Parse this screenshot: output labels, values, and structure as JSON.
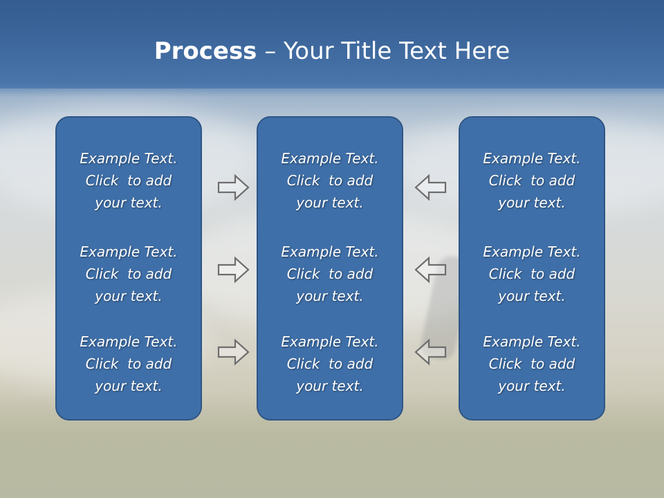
{
  "title": {
    "bold": "Process",
    "rest": " – Your Title Text Here"
  },
  "columns": [
    {
      "items": [
        {
          "line1": "Example Text.",
          "line2": "Click  to add",
          "line3": "your text."
        },
        {
          "line1": "Example Text.",
          "line2": "Click  to add",
          "line3": "your text."
        },
        {
          "line1": "Example Text.",
          "line2": "Click  to add",
          "line3": "your text."
        }
      ]
    },
    {
      "items": [
        {
          "line1": "Example Text.",
          "line2": "Click  to add",
          "line3": "your text."
        },
        {
          "line1": "Example Text.",
          "line2": "Click  to add",
          "line3": "your text."
        },
        {
          "line1": "Example Text.",
          "line2": "Click  to add",
          "line3": "your text."
        }
      ]
    },
    {
      "items": [
        {
          "line1": "Example Text.",
          "line2": "Click  to add",
          "line3": "your text."
        },
        {
          "line1": "Example Text.",
          "line2": "Click  to add",
          "line3": "your text."
        },
        {
          "line1": "Example Text.",
          "line2": "Click  to add",
          "line3": "your text."
        }
      ]
    }
  ],
  "arrows": {
    "left": [
      "right-arrow-icon",
      "right-arrow-icon",
      "right-arrow-icon"
    ],
    "right": [
      "left-arrow-icon",
      "left-arrow-icon",
      "left-arrow-icon"
    ]
  },
  "colors": {
    "box_fill": "#3f6fa8",
    "box_border": "#2e5585",
    "title_bar": "#3a6396",
    "arrow_stroke": "#6e6e6e"
  }
}
